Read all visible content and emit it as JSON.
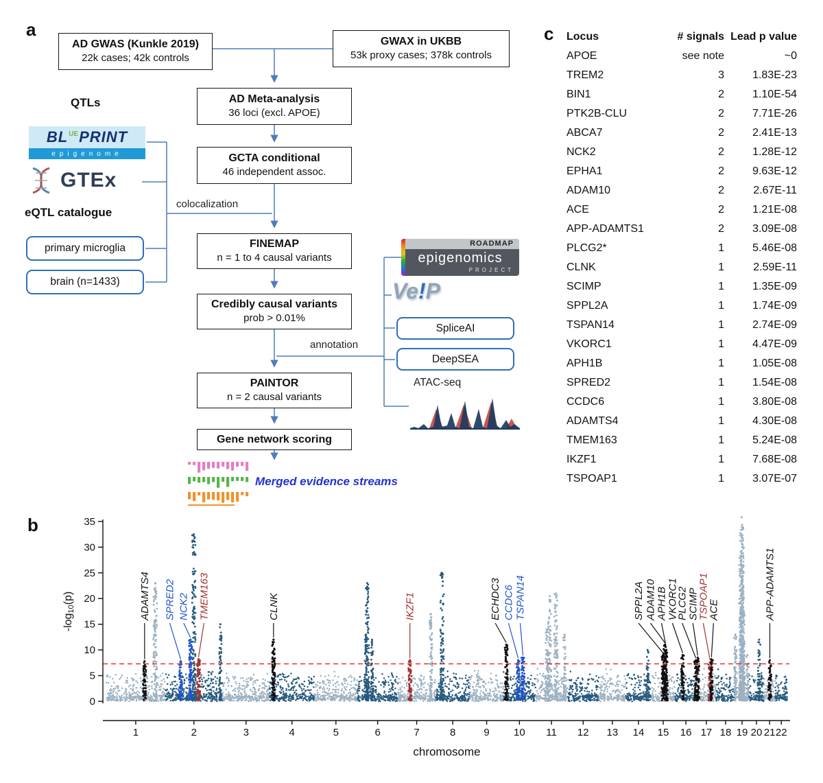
{
  "panel_a": {
    "label": "a",
    "boxes": {
      "gwas": {
        "title": "AD GWAS (Kunkle 2019)",
        "sub": "22k cases; 42k controls"
      },
      "gwax": {
        "title": "GWAX in UKBB",
        "sub": "53k proxy cases; 378k controls"
      },
      "meta": {
        "title": "AD Meta-analysis",
        "sub": "36 loci (excl. APOE)"
      },
      "gcta": {
        "title": "GCTA conditional",
        "sub": "46 independent assoc."
      },
      "finemap": {
        "title": "FINEMAP",
        "sub": "n = 1 to 4 causal variants"
      },
      "credible": {
        "title": "Credibly causal variants",
        "sub": "prob > 0.01%"
      },
      "paintor": {
        "title": "PAINTOR",
        "sub": "n = 2 causal variants"
      },
      "network": {
        "title": "Gene network scoring"
      }
    },
    "qtls_heading": "QTLs",
    "eqtl_heading": "eQTL catalogue",
    "microglia": "primary microglia",
    "brain": "brain (n=1433)",
    "connector_labels": {
      "colocalization": "colocalization",
      "annotation": "annotation"
    },
    "logos": {
      "blueprint_bl": "BL",
      "blueprint_eu": "UE",
      "blueprint_print": "PRINT",
      "blueprint_sub": "epigenome",
      "gtex": "GTEx",
      "roadmap_top": "ROADMAP",
      "roadmap_main": "epigenomics",
      "roadmap_bottom": "PROJECT",
      "vep_ve": "Ve",
      "vep_bang": "!",
      "vep_p": "P",
      "spliceai": "SpliceAI",
      "deepsea": "DeepSEA",
      "atac": "ATAC-seq"
    },
    "merged_text": "Merged evidence streams",
    "merged_icon_colors": [
      "#e87cc3",
      "#58b44c",
      "#f0922b"
    ],
    "arrow_color": "#4f7cba"
  },
  "panel_c": {
    "label": "c",
    "headers": [
      "Locus",
      "# signals",
      "Lead p value"
    ],
    "rows": [
      [
        "APOE",
        "see note",
        "~0"
      ],
      [
        "TREM2",
        "3",
        "1.83E-23"
      ],
      [
        "BIN1",
        "2",
        "1.10E-54"
      ],
      [
        "PTK2B-CLU",
        "2",
        "7.71E-26"
      ],
      [
        "ABCA7",
        "2",
        "2.41E-13"
      ],
      [
        "NCK2",
        "2",
        "1.28E-12"
      ],
      [
        "EPHA1",
        "2",
        "9.63E-12"
      ],
      [
        "ADAM10",
        "2",
        "2.67E-11"
      ],
      [
        "ACE",
        "2",
        "1.21E-08"
      ],
      [
        "APP-ADAMTS1",
        "2",
        "3.09E-08"
      ],
      [
        "PLCG2*",
        "1",
        "5.46E-08"
      ],
      [
        "CLNK",
        "1",
        "2.59E-11"
      ],
      [
        "SCIMP",
        "1",
        "1.35E-09"
      ],
      [
        "SPPL2A",
        "1",
        "1.74E-09"
      ],
      [
        "TSPAN14",
        "1",
        "2.74E-09"
      ],
      [
        "VKORC1",
        "1",
        "4.47E-09"
      ],
      [
        "APH1B",
        "1",
        "1.05E-08"
      ],
      [
        "SPRED2",
        "1",
        "1.54E-08"
      ],
      [
        "CCDC6",
        "1",
        "3.80E-08"
      ],
      [
        "ADAMTS4",
        "1",
        "4.30E-08"
      ],
      [
        "TMEM163",
        "1",
        "5.24E-08"
      ],
      [
        "IKZF1",
        "1",
        "7.68E-08"
      ],
      [
        "TSPOAP1",
        "1",
        "3.07E-07"
      ]
    ]
  },
  "panel_b": {
    "label": "b"
  },
  "chart_data": {
    "type": "scatter",
    "subtype": "manhattan",
    "xlabel": "chromosome",
    "ylabel": "-log10(p)",
    "ylabel_parts": [
      "-log",
      "10",
      "(p)"
    ],
    "ylim": [
      0,
      35
    ],
    "yticks": [
      0,
      5,
      10,
      15,
      20,
      25,
      30,
      35
    ],
    "significance_line": 7.3,
    "significance_color": "#e0342c",
    "point_colors": {
      "odd": "#9db1c2",
      "even": "#275a7d"
    },
    "accent_colors": {
      "black": "#111111",
      "blue": "#1f55cc",
      "red": "#a03232"
    },
    "chrom_labels": [
      "1",
      "2",
      "3",
      "4",
      "5",
      "6",
      "7",
      "8",
      "9",
      "10",
      "11",
      "12",
      "13",
      "14",
      "15",
      "16",
      "17",
      "18",
      "19",
      "20",
      "21",
      "22"
    ],
    "chrom_lengths_mb": [
      249,
      243,
      198,
      190,
      182,
      171,
      159,
      146,
      141,
      136,
      135,
      133,
      114,
      107,
      102,
      90,
      83,
      80,
      59,
      63,
      48,
      51
    ],
    "peaks": [
      {
        "name": "ADAMTS4",
        "chr": 1,
        "frac": 0.65,
        "h": 7.8,
        "color": "black"
      },
      {
        "name": "u1",
        "chr": 1,
        "frac": 0.83,
        "h": 23,
        "color": "auto"
      },
      {
        "name": "SPRED2",
        "chr": 2,
        "frac": 0.27,
        "h": 7.8,
        "color": "blue"
      },
      {
        "name": "NCK2",
        "chr": 2,
        "frac": 0.44,
        "h": 12,
        "color": "blue"
      },
      {
        "name": "u2",
        "chr": 2,
        "frac": 0.5,
        "h": 32.5,
        "color": "auto"
      },
      {
        "name": "TMEM163",
        "chr": 2,
        "frac": 0.58,
        "h": 8.2,
        "color": "red"
      },
      {
        "name": "u3",
        "chr": 2,
        "frac": 0.96,
        "h": 15,
        "color": "auto"
      },
      {
        "name": "CLNK",
        "chr": 4,
        "frac": 0.09,
        "h": 12,
        "color": "black"
      },
      {
        "name": "u4",
        "chr": 6,
        "frac": 0.21,
        "h": 13,
        "color": "auto"
      },
      {
        "name": "u5",
        "chr": 6,
        "frac": 0.24,
        "h": 23,
        "color": "auto"
      },
      {
        "name": "u6",
        "chr": 6,
        "frac": 0.36,
        "h": 12,
        "color": "auto"
      },
      {
        "name": "IKZF1",
        "chr": 7,
        "frac": 0.32,
        "h": 8,
        "color": "red"
      },
      {
        "name": "u7",
        "chr": 7,
        "frac": 0.88,
        "h": 17,
        "color": "auto"
      },
      {
        "name": "u8",
        "chr": 8,
        "frac": 0.19,
        "h": 25,
        "color": "auto"
      },
      {
        "name": "ECHDC3",
        "chr": 10,
        "frac": 0.09,
        "h": 11,
        "color": "black"
      },
      {
        "name": "CCDC6",
        "chr": 10,
        "frac": 0.46,
        "h": 8,
        "color": "blue"
      },
      {
        "name": "TSPAN14",
        "chr": 10,
        "frac": 0.61,
        "h": 8.5,
        "color": "blue"
      },
      {
        "name": "u9",
        "chr": 11,
        "frac": 0.35,
        "h": 14,
        "color": "auto"
      },
      {
        "name": "u10",
        "chr": 11,
        "frac": 0.45,
        "h": 20.5,
        "color": "auto"
      },
      {
        "name": "u11",
        "chr": 11,
        "frac": 0.64,
        "h": 21,
        "color": "auto"
      },
      {
        "name": "u12",
        "chr": 11,
        "frac": 0.91,
        "h": 13,
        "color": "auto"
      },
      {
        "name": "u13",
        "chr": 14,
        "frac": 0.86,
        "h": 10,
        "color": "auto"
      },
      {
        "name": "SPPL2A",
        "chr": 15,
        "frac": 0.5,
        "h": 9,
        "color": "black"
      },
      {
        "name": "ADAM10",
        "chr": 15,
        "frac": 0.57,
        "h": 11,
        "color": "black"
      },
      {
        "name": "APH1B",
        "chr": 15,
        "frac": 0.63,
        "h": 10,
        "color": "black"
      },
      {
        "name": "VKORC1",
        "chr": 16,
        "frac": 0.35,
        "h": 9,
        "color": "black"
      },
      {
        "name": "PLCG2",
        "chr": 16,
        "frac": 0.97,
        "h": 8,
        "color": "black"
      },
      {
        "name": "SCIMP",
        "chr": 17,
        "frac": 0.06,
        "h": 8.5,
        "color": "black"
      },
      {
        "name": "TSPOAP1",
        "chr": 17,
        "frac": 0.69,
        "h": 7.6,
        "color": "red"
      },
      {
        "name": "ACE",
        "chr": 17,
        "frac": 0.76,
        "h": 8.2,
        "color": "black"
      },
      {
        "name": "u14",
        "chr": 19,
        "frac": 0.02,
        "h": 13,
        "color": "auto"
      },
      {
        "name": "u15",
        "chr": 19,
        "frac": 0.38,
        "h": 17,
        "color": "auto"
      },
      {
        "name": "u16",
        "chr": 19,
        "frac": 0.42,
        "h": 28,
        "color": "auto"
      },
      {
        "name": "u17",
        "chr": 19,
        "frac": 0.47,
        "h": 35.8,
        "color": "auto"
      },
      {
        "name": "u18",
        "chr": 19,
        "frac": 0.52,
        "h": 30,
        "color": "auto"
      },
      {
        "name": "u19",
        "chr": 19,
        "frac": 0.56,
        "h": 22,
        "color": "auto"
      },
      {
        "name": "u20",
        "chr": 19,
        "frac": 0.6,
        "h": 12,
        "color": "auto"
      },
      {
        "name": "u21",
        "chr": 19,
        "frac": 0.88,
        "h": 9,
        "color": "auto"
      },
      {
        "name": "u22",
        "chr": 20,
        "frac": 0.68,
        "h": 12,
        "color": "auto"
      },
      {
        "name": "APP-ADAMTS1",
        "chr": 21,
        "frac": 0.52,
        "h": 8,
        "color": "black"
      }
    ],
    "labels": [
      {
        "text": "ADAMTS4",
        "color": "black",
        "peak": "ADAMTS4",
        "dx": 0
      },
      {
        "text": "SPRED2",
        "color": "blue",
        "peak": "SPRED2",
        "dx": -16
      },
      {
        "text": "NCK2",
        "color": "blue",
        "peak": "NCK2",
        "dx": -10
      },
      {
        "text": "TMEM163",
        "color": "red",
        "peak": "TMEM163",
        "dx": 8
      },
      {
        "text": "CLNK",
        "color": "black",
        "peak": "CLNK",
        "dx": 0
      },
      {
        "text": "IKZF1",
        "color": "red",
        "peak": "IKZF1",
        "dx": 0
      },
      {
        "text": "ECHDC3",
        "color": "black",
        "peak": "ECHDC3",
        "dx": -16
      },
      {
        "text": "CCDC6",
        "color": "blue",
        "peak": "CCDC6",
        "dx": -14
      },
      {
        "text": "TSPAN14",
        "color": "blue",
        "peak": "TSPAN14",
        "dx": -4
      },
      {
        "text": "SPPL2A",
        "color": "black",
        "peak": "SPPL2A",
        "dx": -36
      },
      {
        "text": "ADAM10",
        "color": "black",
        "peak": "ADAM10",
        "dx": -21
      },
      {
        "text": "APH1B",
        "color": "black",
        "peak": "APH1B",
        "dx": -7
      },
      {
        "text": "VKORC1",
        "color": "black",
        "peak": "VKORC1",
        "dx": -15
      },
      {
        "text": "PLCG2",
        "color": "black",
        "peak": "PLCG2",
        "dx": -20
      },
      {
        "text": "SCIMP",
        "color": "black",
        "peak": "SCIMP",
        "dx": -7
      },
      {
        "text": "TSPOAP1",
        "color": "red",
        "peak": "TSPOAP1",
        "dx": -10
      },
      {
        "text": "ACE",
        "color": "black",
        "peak": "ACE",
        "dx": 3
      },
      {
        "text": "APP-ADAMTS1",
        "color": "black",
        "peak": "APP-ADAMTS1",
        "dx": 0
      }
    ]
  }
}
